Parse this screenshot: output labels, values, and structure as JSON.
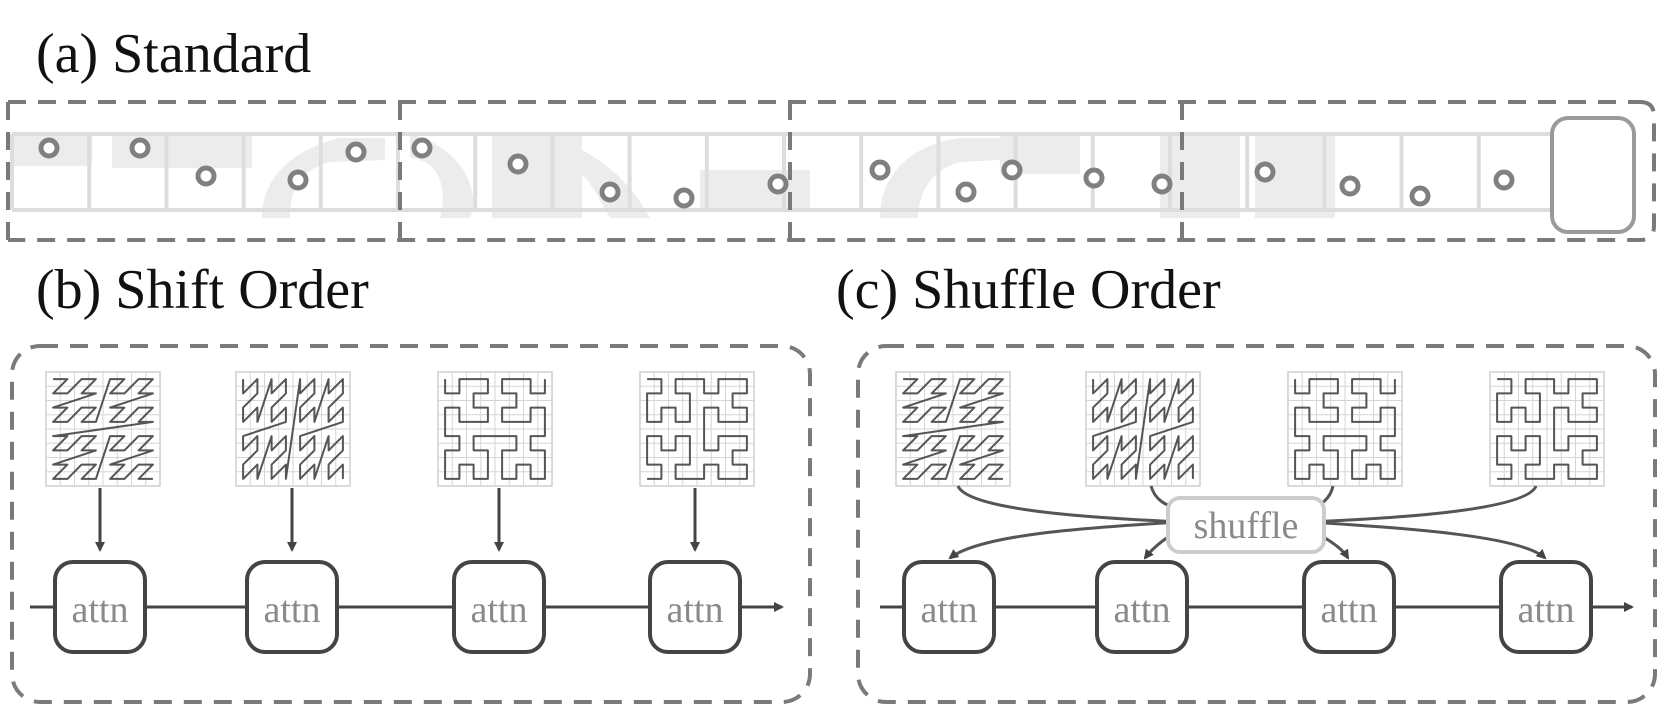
{
  "panels": {
    "a": {
      "title": "(a) Standard"
    },
    "b": {
      "title": "(b) Shift Order",
      "node_label": "attn",
      "node_count": 4
    },
    "c": {
      "title": "(c) Shuffle Order",
      "node_label": "attn",
      "node_count": 4,
      "shuffle_label": "shuffle"
    }
  },
  "colors": {
    "dashed_border": "#7a7a7a",
    "cell_border": "#dddddd",
    "shade": "#ececec",
    "point": "#808080",
    "node_stroke": "#444444",
    "node_text": "#8a8a8a",
    "curve_stroke": "#555555"
  },
  "icons": [
    "z-order-curve-icon",
    "transposed-z-order-curve-icon",
    "hilbert-curve-icon",
    "transposed-hilbert-curve-icon"
  ]
}
